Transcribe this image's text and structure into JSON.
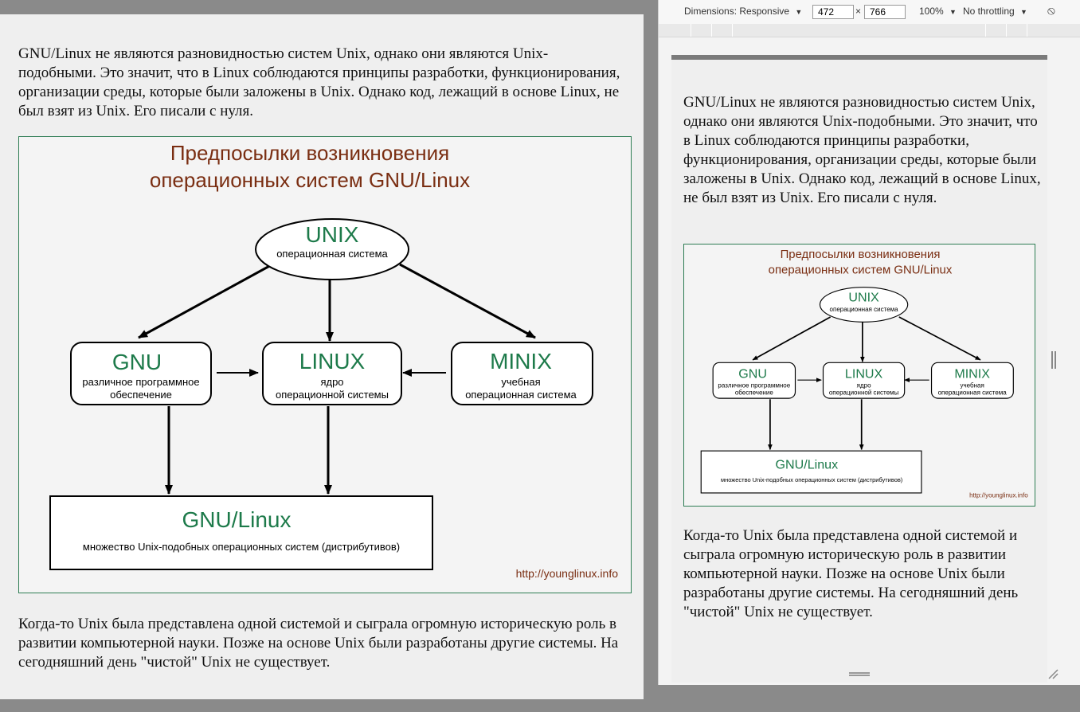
{
  "content": {
    "paragraph1": "GNU/Linux не являются разновидностью систем Unix, однако они являются Unix-подобными. Это значит, что в Linux соблюдаются принципы разработки, функционирования, организации среды, которые были заложены в Unix. Однако код, лежащий в основе Linux, не был взят из Unix. Его писали с нуля.",
    "paragraph2": "Когда-то Unix была представлена одной системой и сыграла огромную историческую роль в развитии компьютерной науки. Позже на основе Unix были разработаны другие системы. На сегодняшний день \"чистой\" Unix не существует."
  },
  "diagram": {
    "title_line1": "Предпосылки возникновения",
    "title_line2": "операционных систем GNU/Linux",
    "unix_title": "UNIX",
    "unix_sub": "операционная система",
    "gnu_title": "GNU",
    "gnu_sub1": "различное программное",
    "gnu_sub2": "обеспечение",
    "linux_title": "LINUX",
    "linux_sub1": "ядро",
    "linux_sub2": "операционной системы",
    "minix_title": "MINIX",
    "minix_sub1": "учебная",
    "minix_sub2": "операционная система",
    "result_title": "GNU/Linux",
    "result_sub": "множество Unix-подобных операционных систем (дистрибутивов)",
    "credit": "http://younglinux.info",
    "colors": {
      "title": "#7a2e12",
      "node_title": "#1d7a4a",
      "frame": "#2e7d54"
    }
  },
  "devtools": {
    "dimensions_label": "Dimensions: Responsive",
    "width": "472",
    "times": "×",
    "height": "766",
    "zoom": "100%",
    "throttling": "No throttling",
    "rotate_icon": "rotate-icon"
  }
}
